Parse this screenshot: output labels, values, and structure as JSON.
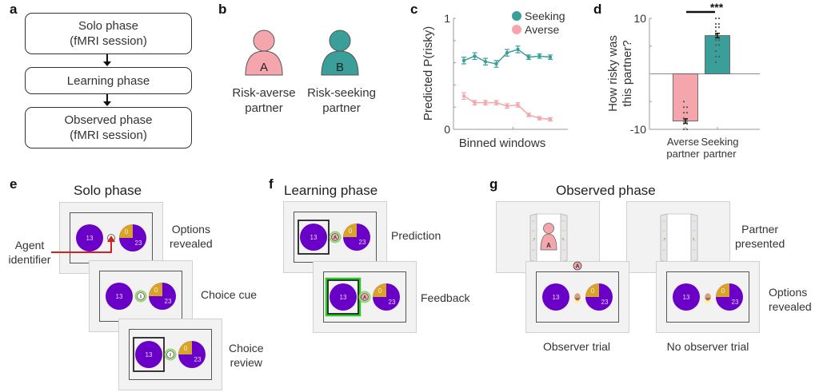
{
  "panels": {
    "a": {
      "label": "a",
      "steps": [
        {
          "line1": "Solo phase",
          "line2": "(fMRI session)"
        },
        {
          "line1": "Learning phase",
          "line2": ""
        },
        {
          "line1": "Observed phase",
          "line2": "(fMRI session)"
        }
      ]
    },
    "b": {
      "label": "b",
      "partners": [
        {
          "letter": "A",
          "line1": "Risk-averse",
          "line2": "partner",
          "color": "#f4a6ac"
        },
        {
          "letter": "B",
          "line1": "Risk-seeking",
          "line2": "partner",
          "color": "#3a9e99"
        }
      ]
    },
    "c": {
      "label": "c"
    },
    "d": {
      "label": "d"
    },
    "e": {
      "label": "e",
      "title": "Solo phase",
      "annotation_line1": "Agent",
      "annotation_line2": "identifier",
      "screens": [
        {
          "line1": "Options",
          "line2": "revealed"
        },
        {
          "line1": "Choice cue",
          "line2": ""
        },
        {
          "line1": "Choice",
          "line2": "review"
        }
      ]
    },
    "f": {
      "label": "f",
      "title": "Learning phase",
      "screens": [
        {
          "line1": "Prediction"
        },
        {
          "line1": "Feedback"
        }
      ]
    },
    "g": {
      "label": "g",
      "title": "Observed phase",
      "top_label_line1": "Partner",
      "top_label_line2": "presented",
      "bottom_label_line1": "Options",
      "bottom_label_line2": "revealed",
      "trial_labels": [
        "Observer trial",
        "No observer trial"
      ]
    }
  },
  "option": {
    "safe_value": "13",
    "risky_low": "0",
    "risky_high": "23",
    "purple": "#6a00c8",
    "gold": "#d9a22b"
  },
  "agent_icons": {
    "solo": "I",
    "partner": "A"
  },
  "colors": {
    "seeking": "#3a9e99",
    "averse": "#f4a6ac",
    "highlight_green": "#8fd66a",
    "feedback_green": "#22cc22",
    "arrow_red": "#d42020"
  },
  "chart_data": [
    {
      "type": "line",
      "title": "",
      "xlabel": "Binned windows",
      "ylabel": "Predicted P(risky)",
      "ylim": [
        0,
        1
      ],
      "yticks": [
        0,
        0.2,
        0.4,
        0.6,
        0.8,
        1
      ],
      "yticklabels": [
        "0",
        "",
        "",
        "",
        "",
        "1"
      ],
      "x": [
        1,
        2,
        3,
        4,
        5,
        6,
        7,
        8,
        9
      ],
      "legend": "top-right",
      "series": [
        {
          "name": "Seeking",
          "color": "#3a9e99",
          "values": [
            0.62,
            0.66,
            0.61,
            0.59,
            0.69,
            0.72,
            0.65,
            0.66,
            0.65
          ],
          "error": [
            0.03,
            0.03,
            0.03,
            0.03,
            0.03,
            0.03,
            0.02,
            0.02,
            0.02
          ]
        },
        {
          "name": "Averse",
          "color": "#f4a6ac",
          "values": [
            0.3,
            0.24,
            0.24,
            0.24,
            0.21,
            0.22,
            0.13,
            0.1,
            0.09
          ],
          "error": [
            0.03,
            0.02,
            0.02,
            0.02,
            0.02,
            0.02,
            0.015,
            0.015,
            0.015
          ]
        }
      ]
    },
    {
      "type": "bar",
      "title": "",
      "xlabel": "",
      "ylabel": "How risky was this partner?",
      "ylim": [
        -10,
        10
      ],
      "yticks": [
        -10,
        -5,
        0,
        5,
        10
      ],
      "yticklabels": [
        "-10",
        "",
        "",
        "",
        "10"
      ],
      "categories": [
        [
          "Averse",
          "partner"
        ],
        [
          "Seeking",
          "partner"
        ]
      ],
      "values": [
        -8.5,
        6.9
      ],
      "errors": [
        0.4,
        0.4
      ],
      "colors": [
        "#f4a6ac",
        "#3a9e99"
      ],
      "points": [
        [
          -5,
          -6,
          -6,
          -7,
          -7,
          -8,
          -8.5,
          -8.5,
          -9,
          -9,
          -10,
          -10
        ],
        [
          10,
          10,
          9,
          9,
          8.4,
          8.4,
          7.7,
          7.2,
          7,
          6.1,
          6.1,
          5.2,
          5.2,
          4.1,
          3.1,
          3.1,
          2.1
        ]
      ],
      "significance": "***"
    }
  ]
}
